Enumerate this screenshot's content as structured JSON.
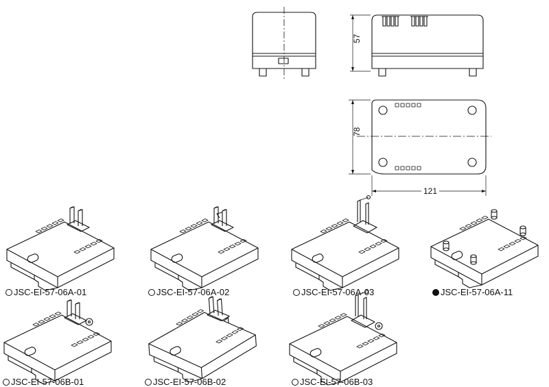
{
  "dimensions": {
    "height": "57",
    "width": "78",
    "length": "121"
  },
  "models": [
    {
      "label": "JSC-EI-57-06A-01",
      "selected": false
    },
    {
      "label": "JSC-EI-57-06A-02",
      "selected": false
    },
    {
      "label": "JSC-EI-57-06A-03",
      "selected": false
    },
    {
      "label": "JSC-EI-57-06A-11",
      "selected": true
    },
    {
      "label": "JSC-EI-57-06B-01",
      "selected": false
    },
    {
      "label": "JSC-EI-57-06B-02",
      "selected": false
    },
    {
      "label": "JSC-EI-57-06B-03",
      "selected": false
    }
  ]
}
